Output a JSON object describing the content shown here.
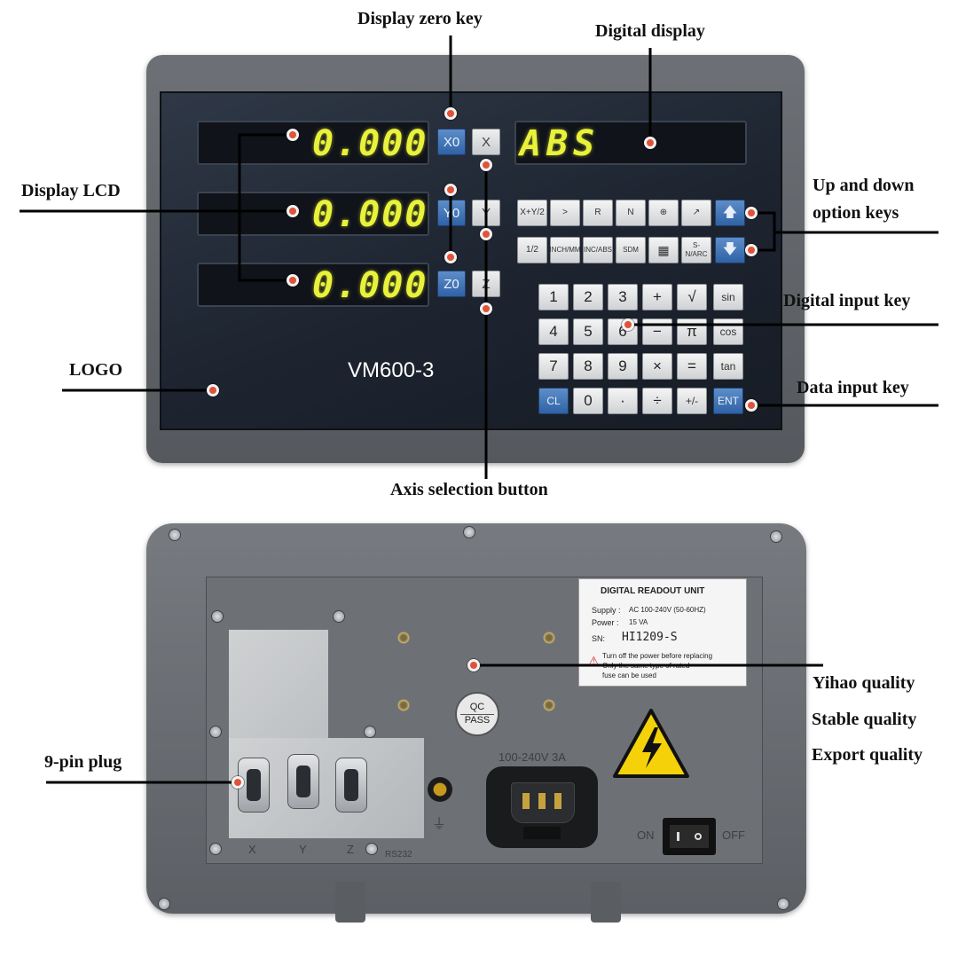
{
  "callouts": {
    "display_zero_key": "Display zero key",
    "digital_display": "Digital display",
    "display_lcd": "Display LCD",
    "up_down_option_keys": "Up and down\noption keys",
    "digital_input_key": "Digital input key",
    "logo": "LOGO",
    "data_input_key": "Data input key",
    "axis_selection_button": "Axis selection button",
    "quality_1": "Yihao quality",
    "quality_2": "Stable quality",
    "quality_3": "Export quality",
    "nine_pin_plug": "9-pin plug"
  },
  "front": {
    "model": "VM600-3",
    "readouts": [
      "0.000",
      "0.000",
      "0.000"
    ],
    "mode_display": "ABS",
    "zero_keys": [
      "X0",
      "Y0",
      "Z0"
    ],
    "axis_keys": [
      "X",
      "Y",
      "Z"
    ],
    "function_row1": [
      "X+Y/2",
      ">",
      "R",
      "N",
      "⊕",
      "↗"
    ],
    "function_row2": [
      "1/2",
      "INCH/MM",
      "INC/ABS",
      "SDM",
      "▦",
      "S-N/ARC"
    ],
    "keypad": [
      [
        "1",
        "2",
        "3",
        "+",
        "√",
        "sin"
      ],
      [
        "4",
        "5",
        "6",
        "−",
        "π",
        "cos"
      ],
      [
        "7",
        "8",
        "9",
        "×",
        "=",
        "tan"
      ],
      [
        "CL",
        "0",
        "·",
        "÷",
        "+/-",
        "ENT"
      ]
    ]
  },
  "rear": {
    "sticker_title": "DIGITAL  READOUT UNIT",
    "supply_label": "Supply :",
    "supply_value": "AC 100-240V (50-60HZ)",
    "power_label": "Power :",
    "power_value": "15 VA",
    "sn_label": "SN:",
    "sn_value": "HI1209-S",
    "warning_line1": "Turn off the power before replacing",
    "warning_line2": "Only the same type of rated",
    "warning_line3": "fuse can be used",
    "qc_top": "QC",
    "qc_bottom": "PASS",
    "voltage_mark": "100-240V 3A",
    "switch_on": "ON",
    "switch_off": "OFF",
    "port_labels": [
      "X",
      "Y",
      "Z"
    ],
    "rs232_label": "RS232"
  },
  "colors": {
    "segment_yellow": "#e9f23a",
    "zero_key_blue": "#2f62a6",
    "callout_dot": "#e0533a"
  }
}
